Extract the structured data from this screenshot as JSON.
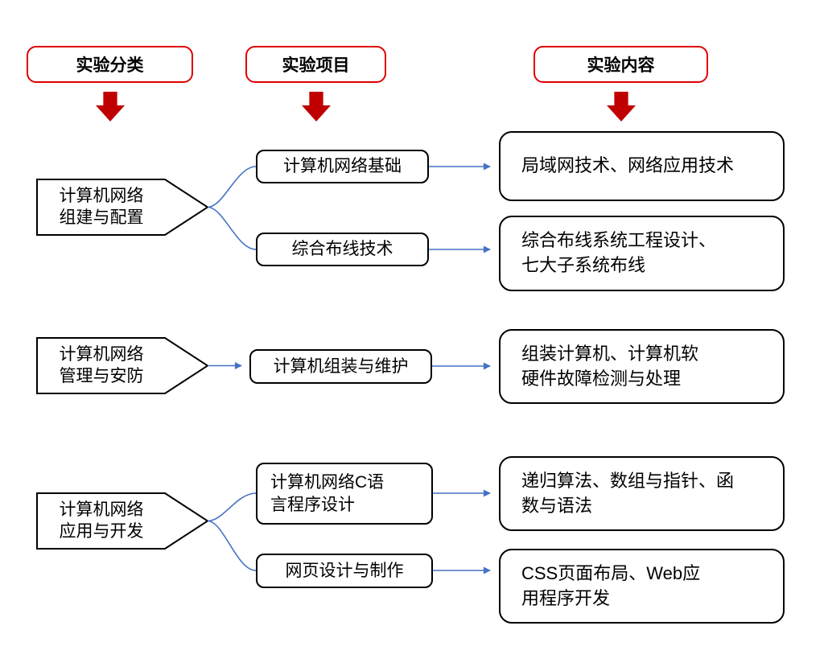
{
  "headers": {
    "classification": "实验分类",
    "project": "实验项目",
    "content": "实验内容"
  },
  "groups": [
    {
      "category": "计算机网络\n组建与配置",
      "items": [
        {
          "project": "计算机网络基础",
          "content": "局域网技术、网络应用技术"
        },
        {
          "project": "综合布线技术",
          "content": "综合布线系统工程设计、\n七大子系统布线"
        }
      ]
    },
    {
      "category": "计算机网络\n管理与安防",
      "items": [
        {
          "project": "计算机组装与维护",
          "content": "组装计算机、计算机软\n硬件故障检测与处理"
        }
      ]
    },
    {
      "category": "计算机网络\n应用与开发",
      "items": [
        {
          "project": "计算机网络C语\n言程序设计",
          "content": "递归算法、数组与指针、函\n数与语法"
        },
        {
          "project": "网页设计与制作",
          "content": "CSS页面布局、Web应\n用程序开发"
        }
      ]
    }
  ],
  "colors": {
    "header_border_red": "#e00000",
    "arrow_red": "#c00000",
    "connector_blue": "#4472c4",
    "box_border_black": "#000000"
  }
}
